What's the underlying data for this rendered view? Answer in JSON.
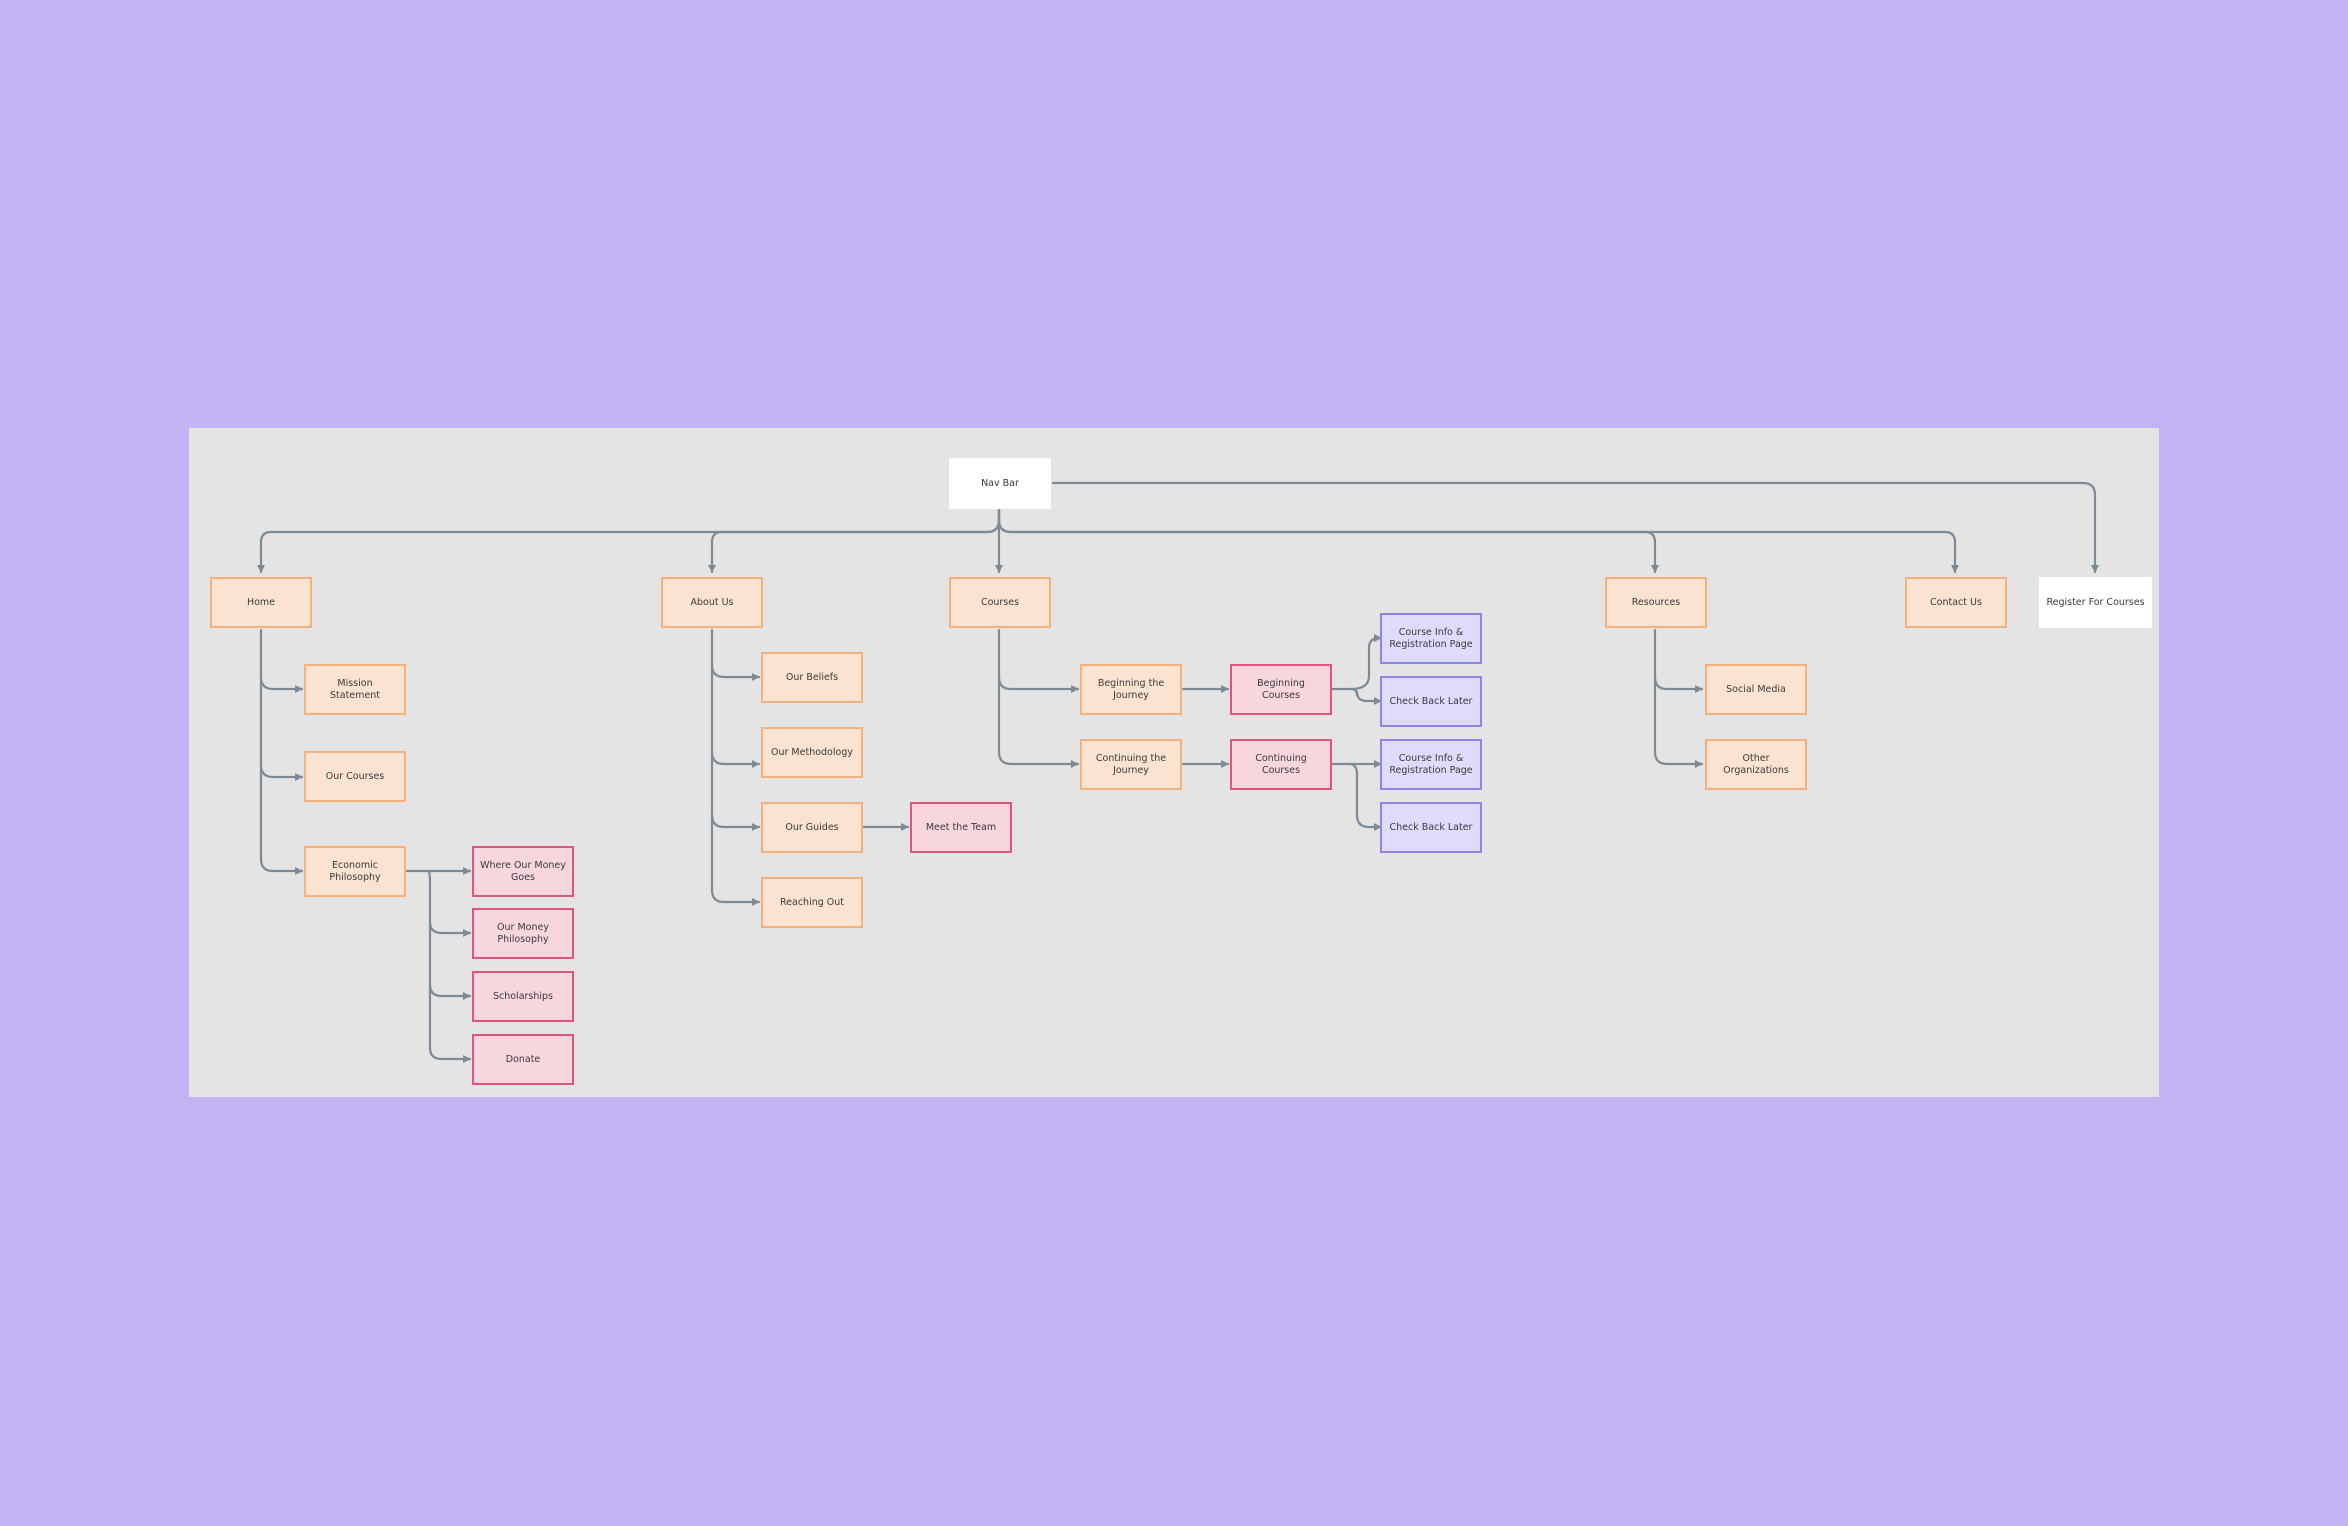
{
  "colors": {
    "page_background": "#c2b4f3",
    "canvas_background": "#e4e4e4",
    "connector": "#7d8b97",
    "orange_fill": "#fbe3d1",
    "orange_border": "#f4b07d",
    "pink_fill": "#f7d6de",
    "pink_border": "#e0557a",
    "purple_fill": "#dedbfc",
    "purple_border": "#8f84e8"
  },
  "nodes": {
    "nav_bar": "Nav Bar",
    "home": "Home",
    "about_us": "About Us",
    "courses": "Courses",
    "resources": "Resources",
    "contact_us": "Contact Us",
    "register_for_courses": "Register For Courses",
    "mission_statement": "Mission Statement",
    "our_courses": "Our Courses",
    "economic_philosophy": "Economic Philosophy",
    "where_our_money_goes": "Where Our Money Goes",
    "our_money_philosophy": "Our Money Philosophy",
    "scholarships": "Scholarships",
    "donate": "Donate",
    "our_beliefs": "Our Beliefs",
    "our_methodology": "Our Methodology",
    "our_guides": "Our Guides",
    "reaching_out": "Reaching Out",
    "meet_the_team": "Meet the Team",
    "beginning_the_journey": "Beginning the Journey",
    "continuing_the_journey": "Continuing the Journey",
    "beginning_courses": "Beginning Courses",
    "continuing_courses": "Continuing Courses",
    "course_info_1": "Course Info & Registration Page",
    "check_back_later_1": "Check Back Later",
    "course_info_2": "Course Info & Registration Page",
    "check_back_later_2": "Check Back Later",
    "social_media": "Social Media",
    "other_organizations": "Other Organizations"
  }
}
